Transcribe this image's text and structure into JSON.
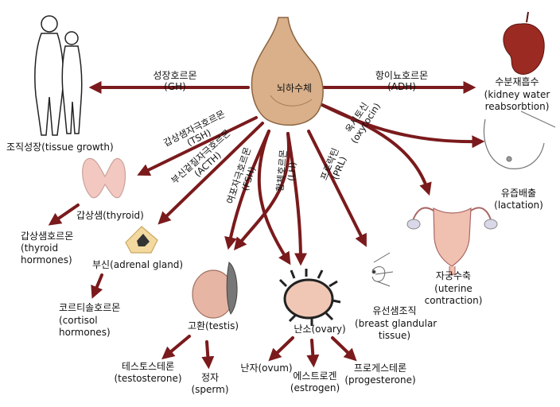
{
  "colors": {
    "arrow": "#7a1a1c",
    "pituitary": "#d9b08a",
    "thyroid": "#f2c8c0",
    "kidney": "#9a2a22",
    "testis": "#e6b5a4",
    "ovary": "#f0c7b5"
  },
  "center": {
    "label": "뇌하수체"
  },
  "hormones": {
    "gh": {
      "ko": "성장호르몬",
      "en": "(GH)"
    },
    "adh": {
      "ko": "항이뇨호르몬",
      "en": "(ADH)"
    },
    "tsh": {
      "ko": "갑상샘자극호르몬",
      "en": "(TSH)"
    },
    "acth": {
      "ko": "부신겉질자극호르몬",
      "en": "(ACTH)"
    },
    "fsh": {
      "ko": "여포자극호르몬",
      "en": "(FSH)"
    },
    "lh": {
      "ko": "황체호르몬",
      "en": "(LH)"
    },
    "prl": {
      "ko": "프로락틴",
      "en": "(PRL)"
    },
    "oxytocin": {
      "ko": "옥시토신",
      "en": "(oxytocin)"
    }
  },
  "targets": {
    "tissue_growth": "조직성장(tissue growth)",
    "kidney": {
      "ko": "수분재흡수",
      "en1": "(kidney water",
      "en2": "reabsorbtion)"
    },
    "lactation": {
      "ko": "유즙배출",
      "en": "(lactation)"
    },
    "uterine": {
      "ko": "자궁수축",
      "en1": "(uterine",
      "en2": "contraction)"
    },
    "thyroid": "갑상샘(thyroid)",
    "thyroid_hormones": {
      "ko": "갑상샘호르몬",
      "en1": "(thyroid",
      "en2": "hormones)"
    },
    "adrenal": "부신(adrenal gland)",
    "cortisol": {
      "ko": "코르티솔호르몬",
      "en1": "(cortisol",
      "en2": "hormones)"
    },
    "testis": "고환(testis)",
    "ovary": "난소(ovary)",
    "breast": {
      "ko": "유선샘조직",
      "en1": "(breast glandular",
      "en2": "tissue)"
    },
    "testosterone": {
      "ko": "테스토스테론",
      "en": "(testosterone)"
    },
    "sperm": {
      "ko": "정자",
      "en": "(sperm)"
    },
    "ovum": "난자(ovum)",
    "estrogen": {
      "ko": "에스트로겐",
      "en": "(estrogen)"
    },
    "progesterone": {
      "ko": "프로게스테론",
      "en": "(progesterone)"
    }
  }
}
